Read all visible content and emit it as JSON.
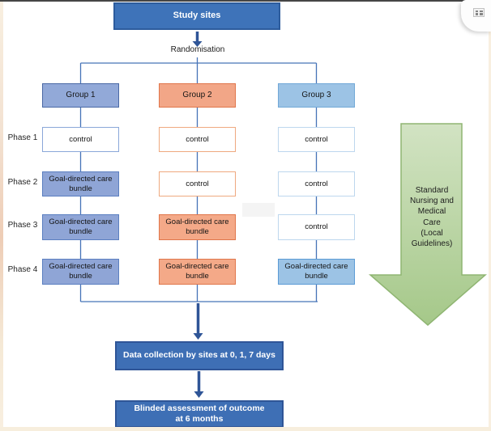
{
  "icons": {
    "widget": "grid-icon"
  },
  "colors": {
    "primary_blue": "#3e73b9",
    "arrow_blue": "#2f5597",
    "connector_blue": "#4673b8",
    "group1_fill": "#92a9d8",
    "group1_border": "#4a69a5",
    "group2_fill": "#f2a687",
    "group2_border": "#e0764b",
    "group3_fill": "#9cc3e5",
    "group3_border": "#5b9bd5",
    "green_arrow_fill_top": "#d2e3c3",
    "green_arrow_fill_bottom": "#a5c889",
    "green_arrow_border": "#8fb572",
    "page_edge": "#f7eedd"
  },
  "flow": {
    "study_sites": "Study sites",
    "randomisation": "Randomisation",
    "groups": [
      {
        "label": "Group 1"
      },
      {
        "label": "Group 2"
      },
      {
        "label": "Group 3"
      }
    ],
    "phases": [
      "Phase 1",
      "Phase 2",
      "Phase 3",
      "Phase 4"
    ],
    "cells": [
      [
        "control",
        "control",
        "control"
      ],
      [
        "Goal-directed care bundle",
        "control",
        "control"
      ],
      [
        "Goal-directed care bundle",
        "Goal-directed care bundle",
        "control"
      ],
      [
        "Goal-directed care bundle",
        "Goal-directed care bundle",
        "Goal-directed care bundle"
      ]
    ],
    "standard_care": "Standard\nNursing and\nMedical\nCare\n(Local\nGuidelines)",
    "data_collection": "Data collection by sites at 0, 1, 7 days",
    "blinded_assessment": "Blinded assessment of outcome\nat 6 months"
  }
}
